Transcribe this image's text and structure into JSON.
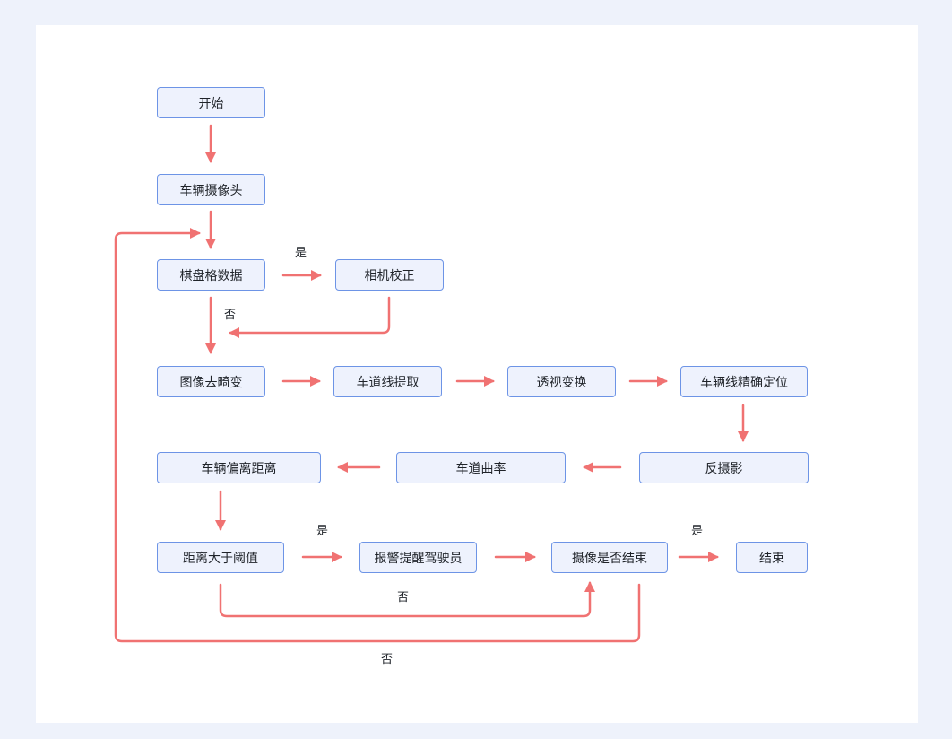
{
  "nodes": {
    "start": "开始",
    "camera": "车辆摄像头",
    "chessboard": "棋盘格数据",
    "calibration": "相机校正",
    "undistort": "图像去畸变",
    "lane_extract": "车道线提取",
    "perspective": "透视变换",
    "lane_locate": "车辆线精确定位",
    "inverse_proj": "反摄影",
    "curvature": "车道曲率",
    "offset": "车辆偏离距离",
    "threshold": "距离大于阈值",
    "alarm": "报警提醒驾驶员",
    "camera_end_check": "摄像是否结束",
    "end": "结束"
  },
  "edge_labels": {
    "chessboard_yes": "是",
    "chessboard_no": "否",
    "threshold_yes": "是",
    "threshold_no": "否",
    "check_yes": "是",
    "check_no": "否"
  },
  "colors": {
    "page_background": "#eef2fb",
    "canvas": "#ffffff",
    "node_fill": "#eef2fd",
    "node_border": "#6d94e6",
    "connector": "#f07272",
    "text": "#1f2329"
  }
}
